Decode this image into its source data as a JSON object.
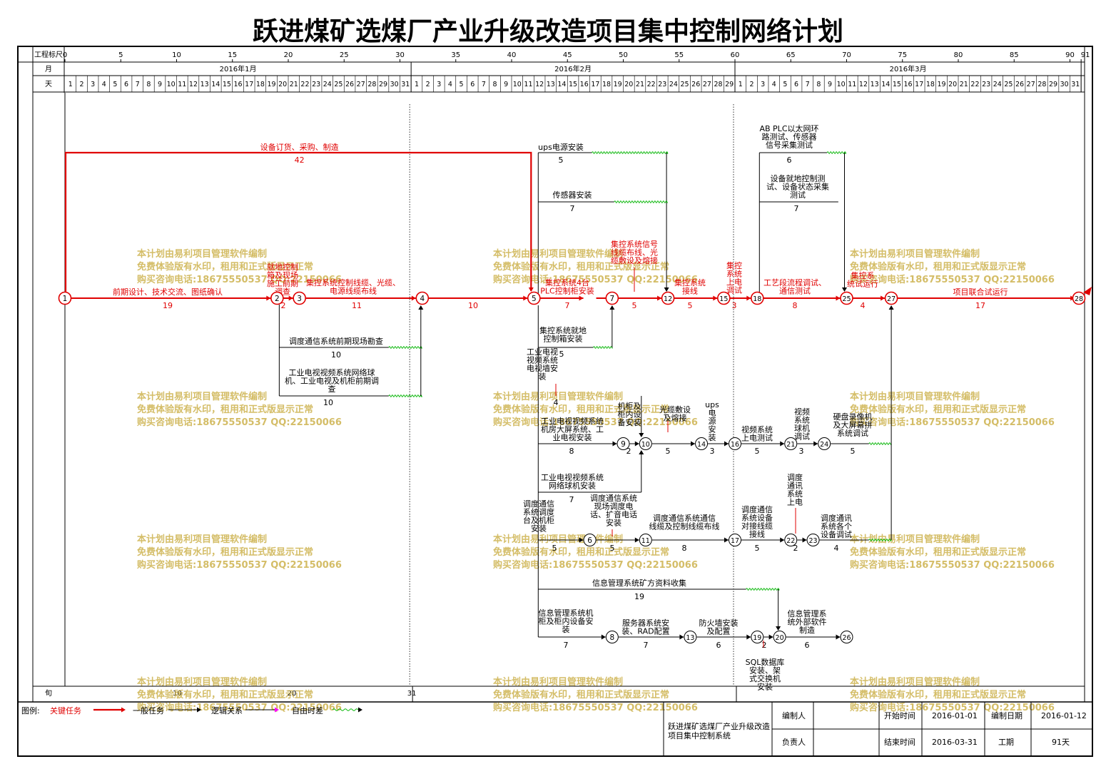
{
  "title": "跃进煤矿选煤厂产业升级改造项目集中控制网络计划",
  "header": {
    "scale_label": "工程标尺",
    "month_label": "月",
    "day_label": "天",
    "xun_label": "旬",
    "scale_ticks": [
      "0",
      "5",
      "10",
      "15",
      "20",
      "25",
      "30",
      "35",
      "40",
      "45",
      "50",
      "55",
      "60",
      "65",
      "70",
      "75",
      "80",
      "85",
      "90",
      "91"
    ],
    "months": [
      "2016年1月",
      "2016年2月",
      "2016年3月"
    ],
    "month_days": [
      31,
      29,
      31
    ],
    "xun_values": [
      "10",
      "20",
      "31"
    ]
  },
  "watermark": [
    "本计划由易利项目管理软件编制",
    "免费体验版有水印，租用和正式版显示正常",
    "购买咨询电话:18675550537 QQ:22150066"
  ],
  "legend": {
    "label": "图例:",
    "critical": "关键任务",
    "normal": "一般任务",
    "logic": "逻辑关系",
    "float": "自由时差"
  },
  "footer": {
    "project": "跃进煤矿选煤厂产业升级改造项目集中控制系统",
    "compiler_label": "编制人",
    "owner_label": "负责人",
    "start_label": "开始时间",
    "start_value": "2016-01-01",
    "end_label": "结束时间",
    "end_value": "2016-03-31",
    "date_label": "编制日期",
    "date_value": "2016-01-12",
    "duration_label": "工期",
    "duration_value": "91天"
  },
  "nodes": [
    {
      "id": "1",
      "day": 0,
      "row": "main"
    },
    {
      "id": "2",
      "day": 19,
      "row": "main"
    },
    {
      "id": "3",
      "day": 21,
      "row": "main"
    },
    {
      "id": "4",
      "day": 32,
      "row": "main"
    },
    {
      "id": "5",
      "day": 42,
      "row": "main"
    },
    {
      "id": "7",
      "day": 49,
      "row": "main"
    },
    {
      "id": "12",
      "day": 54,
      "row": "main"
    },
    {
      "id": "15",
      "day": 59,
      "row": "main"
    },
    {
      "id": "18",
      "day": 62,
      "row": "main"
    },
    {
      "id": "25",
      "day": 70,
      "row": "main"
    },
    {
      "id": "27",
      "day": 74,
      "row": "main"
    },
    {
      "id": "28",
      "day": 91,
      "row": "main"
    },
    {
      "id": "9",
      "day": 50,
      "row": "r622"
    },
    {
      "id": "10",
      "day": 52,
      "row": "r622"
    },
    {
      "id": "14",
      "day": 57,
      "row": "r622"
    },
    {
      "id": "16",
      "day": 60,
      "row": "r622"
    },
    {
      "id": "21",
      "day": 65,
      "row": "r622"
    },
    {
      "id": "24",
      "day": 68,
      "row": "r622"
    },
    {
      "id": "6",
      "day": 47,
      "row": "r757"
    },
    {
      "id": "11",
      "day": 52,
      "row": "r757"
    },
    {
      "id": "17",
      "day": 60,
      "row": "r757"
    },
    {
      "id": "22",
      "day": 65,
      "row": "r757"
    },
    {
      "id": "23",
      "day": 67,
      "row": "r757"
    },
    {
      "id": "8",
      "day": 49,
      "row": "r893"
    },
    {
      "id": "13",
      "day": 56,
      "row": "r893"
    },
    {
      "id": "19",
      "day": 62,
      "row": "r893"
    },
    {
      "id": "20",
      "day": 64,
      "row": "r893"
    },
    {
      "id": "26",
      "day": 70,
      "row": "r893"
    }
  ],
  "activities": [
    {
      "name": "设备订货、采购、制造",
      "duration": "42",
      "critical": true
    },
    {
      "name": "前期设计、技术交流、图纸确认",
      "duration": "19",
      "critical": true
    },
    {
      "name": "就地控制箱及现场施工前期调查",
      "duration": "2",
      "critical": true
    },
    {
      "name": "集控系统控制线缆、光缆、电源线缆布线",
      "duration": "11",
      "critical": true
    },
    {
      "name": "",
      "duration": "10",
      "critical": true
    },
    {
      "name": "集控系统4台PLC控制柜安装",
      "duration": "7",
      "critical": true
    },
    {
      "name": "集控系统信号线缆布线、光缆敷设及熔接",
      "duration": "5",
      "critical": true
    },
    {
      "name": "集控系统接线",
      "duration": "5",
      "critical": true
    },
    {
      "name": "集控系统上电调试",
      "duration": "3",
      "critical": true
    },
    {
      "name": "工艺段流程调试、通信测试",
      "duration": "8",
      "critical": true
    },
    {
      "name": "集控系统试运行",
      "duration": "4",
      "critical": true
    },
    {
      "name": "项目联合试运行",
      "duration": "17",
      "critical": true
    },
    {
      "name": "ups电源安装",
      "duration": "5",
      "critical": false
    },
    {
      "name": "传感器安装",
      "duration": "7",
      "critical": false
    },
    {
      "name": "AB PLC以太网环路测试、传感器信号采集测试",
      "duration": "6",
      "critical": false
    },
    {
      "name": "设备就地控制测试、设备状态采集测试",
      "duration": "7",
      "critical": false
    },
    {
      "name": "调度通信系统前期现场勘查",
      "duration": "10",
      "critical": false
    },
    {
      "name": "工业电视视频系统网络球机、工业电视及机柜前期调查",
      "duration": "10",
      "critical": false
    },
    {
      "name": "集控系统就地控制箱安装",
      "duration": "5",
      "critical": false
    },
    {
      "name": "工业电视视频系统电视墙安装",
      "duration": "4",
      "critical": false
    },
    {
      "name": "工业电视视频系统机房大屏系统、工业电视安装",
      "duration": "8",
      "critical": false
    },
    {
      "name": "机柜及柜内设备安装",
      "duration": "2",
      "critical": false
    },
    {
      "name": "光缆敷设及熔接",
      "duration": "5",
      "critical": false
    },
    {
      "name": "ups电源安装",
      "duration": "3",
      "critical": false
    },
    {
      "name": "视频系统上电测试",
      "duration": "5",
      "critical": false
    },
    {
      "name": "视频系统球机调试",
      "duration": "3",
      "critical": false
    },
    {
      "name": "硬盘录像机及大屏幕拼接系统调试",
      "duration": "5",
      "critical": false
    },
    {
      "name": "工业电视视频系统网络球机安装",
      "duration": "7",
      "critical": false
    },
    {
      "name": "调度通信系统调度台及机柜安装",
      "duration": "5",
      "critical": false
    },
    {
      "name": "调度通信系统现场调度电话、扩音电话安装",
      "duration": "5",
      "critical": false
    },
    {
      "name": "调度通信系统通信线缆及控制线缆布线",
      "duration": "8",
      "critical": false
    },
    {
      "name": "调度通信系统设备对接线缆接线",
      "duration": "5",
      "critical": false
    },
    {
      "name": "调度通讯系统上电",
      "duration": "2",
      "critical": false
    },
    {
      "name": "调度通讯系统各个设备调试",
      "duration": "4",
      "critical": false
    },
    {
      "name": "信息管理系统矿方资料收集",
      "duration": "19",
      "critical": false
    },
    {
      "name": "信息管理系统机柜及柜内设备安装",
      "duration": "7",
      "critical": false
    },
    {
      "name": "服务器系统安装、RAD配置",
      "duration": "7",
      "critical": false
    },
    {
      "name": "防火墙安装及配置",
      "duration": "6",
      "critical": false
    },
    {
      "name": "SQL数据库安装、架式交换机安装",
      "duration": "2",
      "critical": false
    },
    {
      "name": "信息管理系统外部软件制造",
      "duration": "6",
      "critical": false
    }
  ]
}
